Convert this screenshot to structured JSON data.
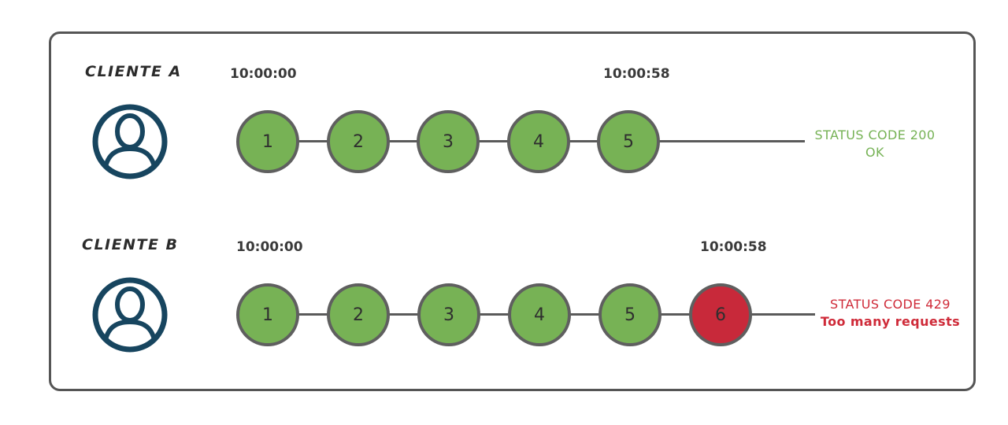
{
  "diagram": {
    "clients": [
      {
        "name": "CLIENTE A",
        "start_time": "10:00:00",
        "end_time": "10:00:58",
        "requests": [
          "1",
          "2",
          "3",
          "4",
          "5"
        ],
        "status_code_line": "STATUS CODE 200",
        "status_detail_line": "OK"
      },
      {
        "name": "CLIENTE B",
        "start_time": "10:00:00",
        "end_time": "10:00:58",
        "requests": [
          "1",
          "2",
          "3",
          "4",
          "5",
          "6"
        ],
        "status_code_line": "STATUS CODE 429",
        "status_detail_line": "Too many requests"
      }
    ],
    "colors": {
      "success_circle": "#77b255",
      "error_circle": "#c8293a",
      "success_text": "#76b255",
      "error_text": "#cf2b39",
      "connector_line": "#5a5a5a",
      "frame_border": "#555555",
      "user_icon": "#17455f"
    }
  }
}
